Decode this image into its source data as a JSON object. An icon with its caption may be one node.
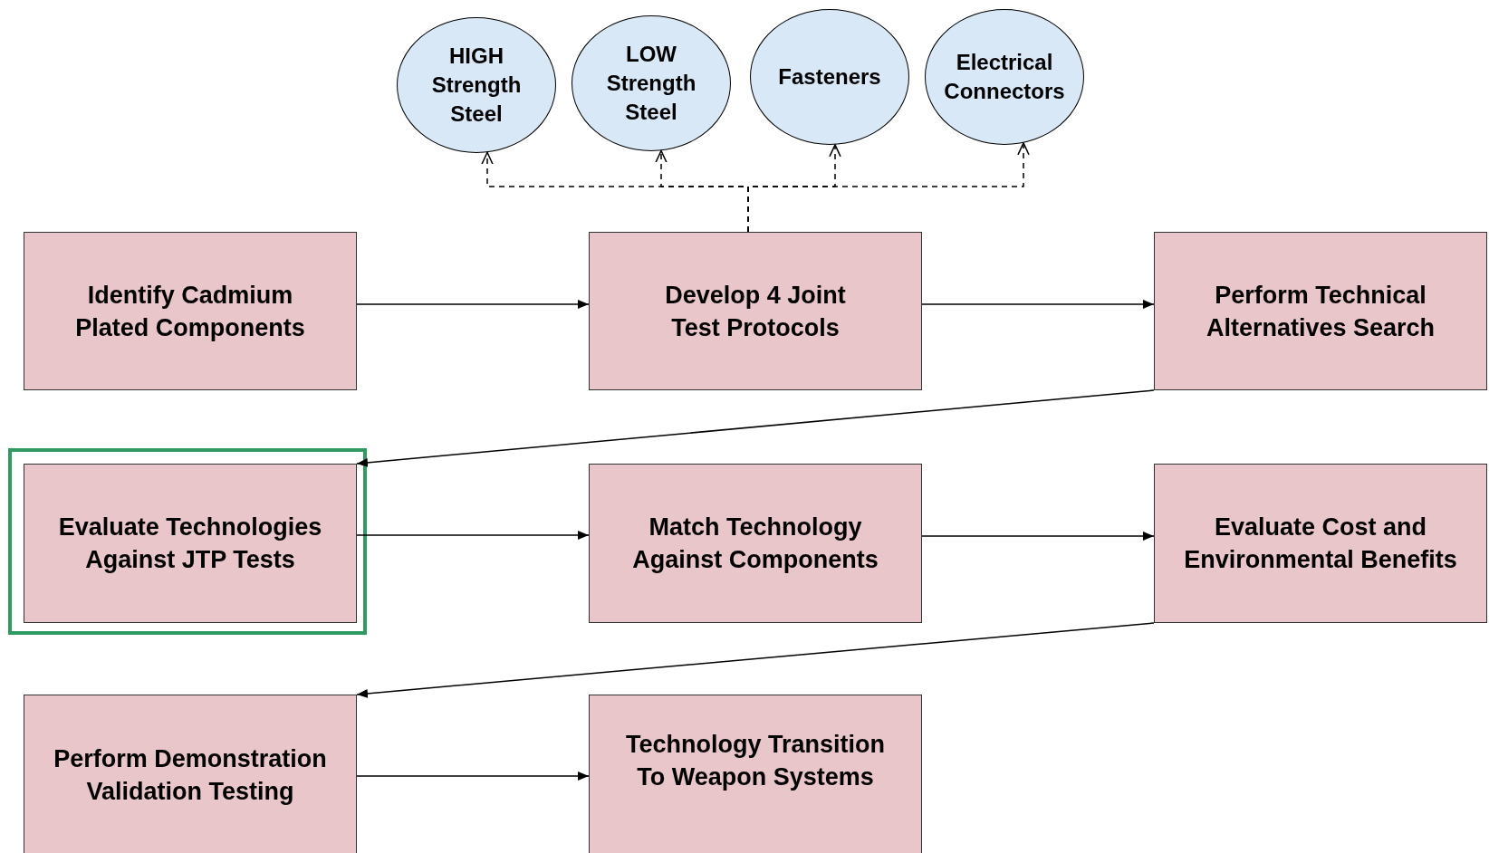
{
  "diagram": {
    "nodes": [
      {
        "text": [
          "HIGH Strength Steel"
        ]
      },
      {
        "text": [
          "LOW Strength Steel"
        ]
      },
      {
        "text": [
          "Fasteners"
        ]
      },
      {
        "text": [
          "Electrical Connectors"
        ]
      },
      {
        "text": [
          "Identify Cadmium Plated Components"
        ]
      },
      {
        "text": [
          "Develop 4 Joint Test Protocols"
        ]
      },
      {
        "text": [
          "Perform Technical Alternatives Search"
        ]
      },
      {
        "text": [
          "Evaluate Technologies Against JTP Tests"
        ]
      },
      {
        "text": [
          "Match Technology Against Components"
        ]
      },
      {
        "text": [
          "Evaluate Cost and Environmental Benefits"
        ]
      },
      {
        "text": [
          "Perform Demonstration Validation Testing"
        ]
      },
      {
        "text": [
          "Technology Transition To Weapon Systems"
        ]
      }
    ],
    "edges": [
      {
        "from": 5,
        "to": 0,
        "arrow": "to",
        "style": "dashed"
      },
      {
        "from": 5,
        "to": 1,
        "arrow": "to",
        "style": "dashed"
      },
      {
        "from": 5,
        "to": 2,
        "arrow": "to",
        "style": "dashed"
      },
      {
        "from": 5,
        "to": 3,
        "arrow": "to",
        "style": "dashed"
      },
      {
        "from": 4,
        "to": 5,
        "arrow": "to"
      },
      {
        "from": 5,
        "to": 6,
        "arrow": "to"
      },
      {
        "from": 6,
        "to": 7,
        "arrow": "to"
      },
      {
        "from": 7,
        "to": 8,
        "arrow": "to"
      },
      {
        "from": 8,
        "to": 9,
        "arrow": "to"
      },
      {
        "from": 9,
        "to": 10,
        "arrow": "to"
      },
      {
        "from": 10,
        "to": 11,
        "arrow": "to"
      }
    ]
  }
}
